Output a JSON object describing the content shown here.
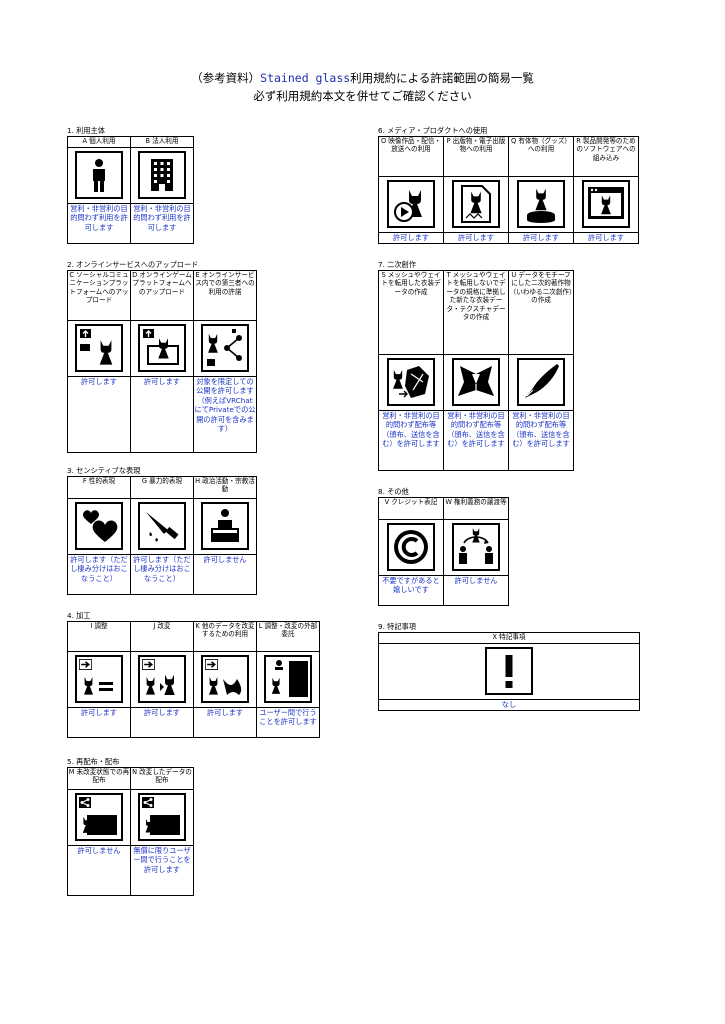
{
  "title": {
    "line1_prefix": "（参考資料）",
    "line1_brand": "Stained glass",
    "line1_suffix": "利用規約による許諾範囲の簡易一覧",
    "line2": "必ず利用規約本文を併せてご確認ください"
  },
  "sections": {
    "s1": {
      "label": "1. 利用主体",
      "cols": [
        {
          "header": "A 個人利用",
          "icon": "person-icon",
          "perm": "営利・非営利の目的問わず利用を許可します"
        },
        {
          "header": "B 法人利用",
          "icon": "building-icon",
          "perm": "営利・非営利の目的問わず利用を許可します"
        }
      ]
    },
    "s2": {
      "label": "2. オンラインサービスへのアップロード",
      "cols": [
        {
          "header": "C ソーシャルコミュニケーションプラットフォームへのアップロード",
          "icon": "upload-social-icon",
          "perm": "許可します"
        },
        {
          "header": "D オンラインゲームプラットフォームへのアップロード",
          "icon": "upload-game-icon",
          "perm": "許可します"
        },
        {
          "header": "E オンラインサービス内での第三者への利用の許諾",
          "icon": "share-third-party-icon",
          "perm": "対象を限定しての公開を許可します（例えばVRChatにてPrivateでの公開の許可を含みます）"
        }
      ]
    },
    "s3": {
      "label": "3. センシティブな表現",
      "cols": [
        {
          "header": "F 性的表現",
          "icon": "hearts-icon",
          "perm": "許可します（ただし棲み分けはおこなうこと）"
        },
        {
          "header": "G 暴力的表現",
          "icon": "knife-icon",
          "perm": "許可します（ただし棲み分けはおこなうこと）"
        },
        {
          "header": "H 政治活動・宗教活動",
          "icon": "podium-speaker-icon",
          "perm": "許可しません"
        }
      ]
    },
    "s4": {
      "label": "4. 加工",
      "cols": [
        {
          "header": "I 調整",
          "icon": "adjust-icon",
          "perm": "許可します"
        },
        {
          "header": "J 改変",
          "icon": "modify-icon",
          "perm": "許可します"
        },
        {
          "header": "K 他のデータを改変するための利用",
          "icon": "use-for-other-data-icon",
          "perm": "許可します"
        },
        {
          "header": "L 調整・改変の外部委託",
          "icon": "outsource-icon",
          "perm": "ユーザー間で行うことを許可します"
        }
      ]
    },
    "s5": {
      "label": "5. 再配布・配布",
      "cols": [
        {
          "header": "M 未改変状態での再配布",
          "icon": "redistribute-icon",
          "perm": "許可しません"
        },
        {
          "header": "N 改変したデータの配布",
          "icon": "distribute-modified-icon",
          "perm": "無償に限りユーザー間で行うことを許可します"
        }
      ]
    },
    "s6": {
      "label": "6. メディア・プロダクトへの使用",
      "cols": [
        {
          "header": "O 映像作品・配信・放送への利用",
          "icon": "video-icon",
          "perm": "許可します"
        },
        {
          "header": "P 出版物・電子出版物への利用",
          "icon": "publication-icon",
          "perm": "許可します"
        },
        {
          "header": "Q 有体物（グッズ）への利用",
          "icon": "goods-figure-icon",
          "perm": "許可します"
        },
        {
          "header": "R 製品開発等のためのソフトウェアへの組み込み",
          "icon": "software-window-icon",
          "perm": "許可します"
        }
      ]
    },
    "s7": {
      "label": "7. 二次創作",
      "cols": [
        {
          "header": "S メッシュやウェイトを転用した衣装データの作成",
          "icon": "mesh-cloth-icon",
          "perm": "営利・非営利の目的問わず配布等（頒布、送信を含む）を許可します"
        },
        {
          "header": "T メッシュやウェイトを転用しないでデータの規格に準拠した新たな衣装データ・テクスチャデータの作成",
          "icon": "new-cloth-icon",
          "perm": "営利・非営利の目的問わず配布等（頒布、送信を含む）を許可します"
        },
        {
          "header": "U データをモチーフにした二次的著作物（いわゆる二次創作）の作成",
          "icon": "pen-nib-icon",
          "perm": "営利・非営利の目的問わず配布等（頒布、送信を含む）を許可します"
        }
      ]
    },
    "s8": {
      "label": "8. その他",
      "cols": [
        {
          "header": "V クレジット表記",
          "icon": "copyright-icon",
          "perm": "不要ですがあると嬉しいです"
        },
        {
          "header": "W 権利義務の譲渡等",
          "icon": "transfer-rights-icon",
          "perm": "許可しません"
        }
      ]
    },
    "s9": {
      "label": "9. 特記事項",
      "cols": [
        {
          "header": "X 特記事項",
          "icon": "exclamation-icon",
          "perm": "なし"
        }
      ]
    }
  }
}
